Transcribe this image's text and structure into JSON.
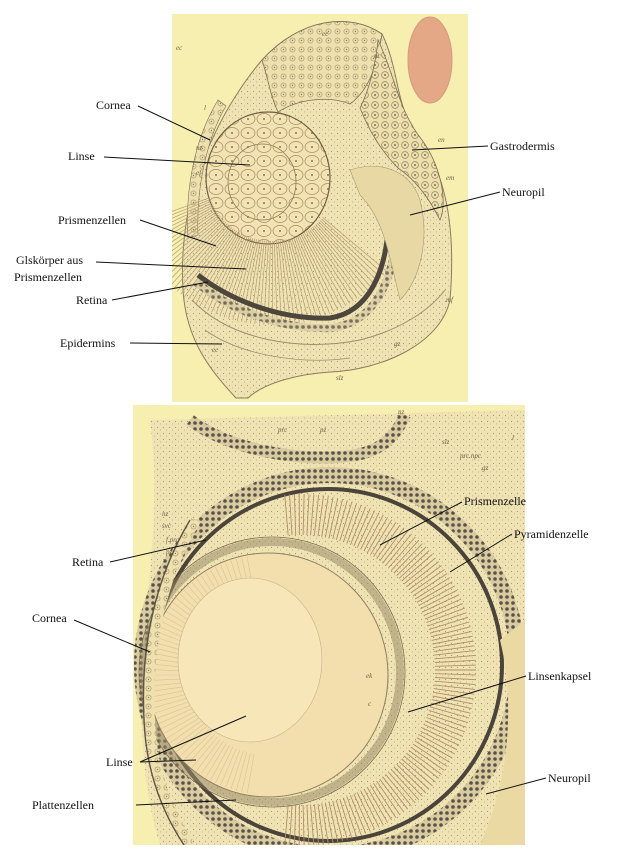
{
  "top_figure": {
    "labels": {
      "cornea": "Cornea",
      "linse": "Linse",
      "prismenzellen": "Prismenzellen",
      "glaskoerper_line1": "Glskörper aus",
      "glaskoerper_line2": "Prismenzellen",
      "retina": "Retina",
      "epidermis": "Epidermins",
      "gastrodermis": "Gastrodermis",
      "neuropil": "Neuropil"
    },
    "plate_letters": {
      "ec_top": "ec",
      "nc": "nc",
      "ec_left": "ec",
      "l": "l",
      "nz": "nz",
      "ef": "ef",
      "en": "en",
      "gz": "gz",
      "em": "em",
      "mf": "mf",
      "slz": "slz",
      "ec_low": "ec"
    }
  },
  "bottom_figure": {
    "labels": {
      "prismenzelle": "Prismenzelle",
      "pyramidenzelle": "Pyramidenzelle",
      "retina": "Retina",
      "cornea": "Cornea",
      "linsenkapsel": "Linsenkapsel",
      "linse": "Linse",
      "neuropil": "Neuropil",
      "plattenzellen": "Plattenzellen"
    },
    "plate_letters": {
      "prc": "prc",
      "pz": "pz",
      "nz": "nz",
      "slz": "slz",
      "prc_npc": "prc.npc",
      "gz": "gz",
      "nz_left": "nz",
      "svc": "svc",
      "fprc": "f.prc",
      "pz_left": "pz",
      "ek": "ek",
      "c": "c",
      "l_right": "l"
    }
  }
}
